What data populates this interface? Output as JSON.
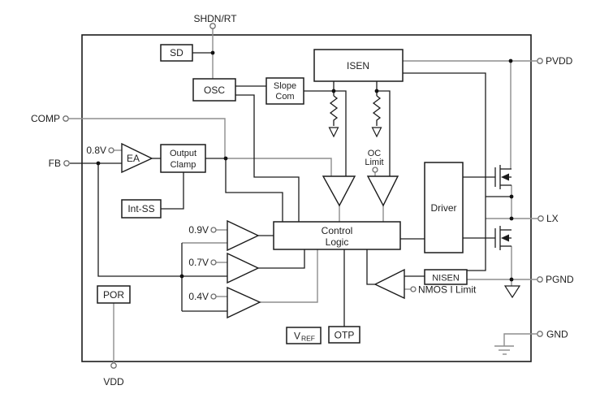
{
  "pins": {
    "shdn_rt": "SHDN/RT",
    "comp": "COMP",
    "fb": "FB",
    "vdd": "VDD",
    "pvdd": "PVDD",
    "lx": "LX",
    "pgnd": "PGND",
    "gnd": "GND"
  },
  "blocks": {
    "sd": "SD",
    "osc": "OSC",
    "slope_line1": "Slope",
    "slope_line2": "Com",
    "isen": "ISEN",
    "ea": "EA",
    "clamp_line1": "Output",
    "clamp_line2": "Clamp",
    "int_ss": "Int-SS",
    "por": "POR",
    "control_line1": "Control",
    "control_line2": "Logic",
    "driver": "Driver",
    "nisen": "NISEN",
    "otp": "OTP",
    "vref_base": "V",
    "vref_sub": "REF"
  },
  "references": {
    "v_0_8": "0.8V",
    "v_0_9": "0.9V",
    "v_0_7": "0.7V",
    "v_0_4": "0.4V",
    "oc_line1": "OC",
    "oc_line2": "Limit",
    "nmos_i_limit": "NMOS I Limit"
  },
  "colors": {
    "wire_gray": "#8d8d8d",
    "wire_black": "#1c1c1c",
    "background": "#ffffff"
  }
}
